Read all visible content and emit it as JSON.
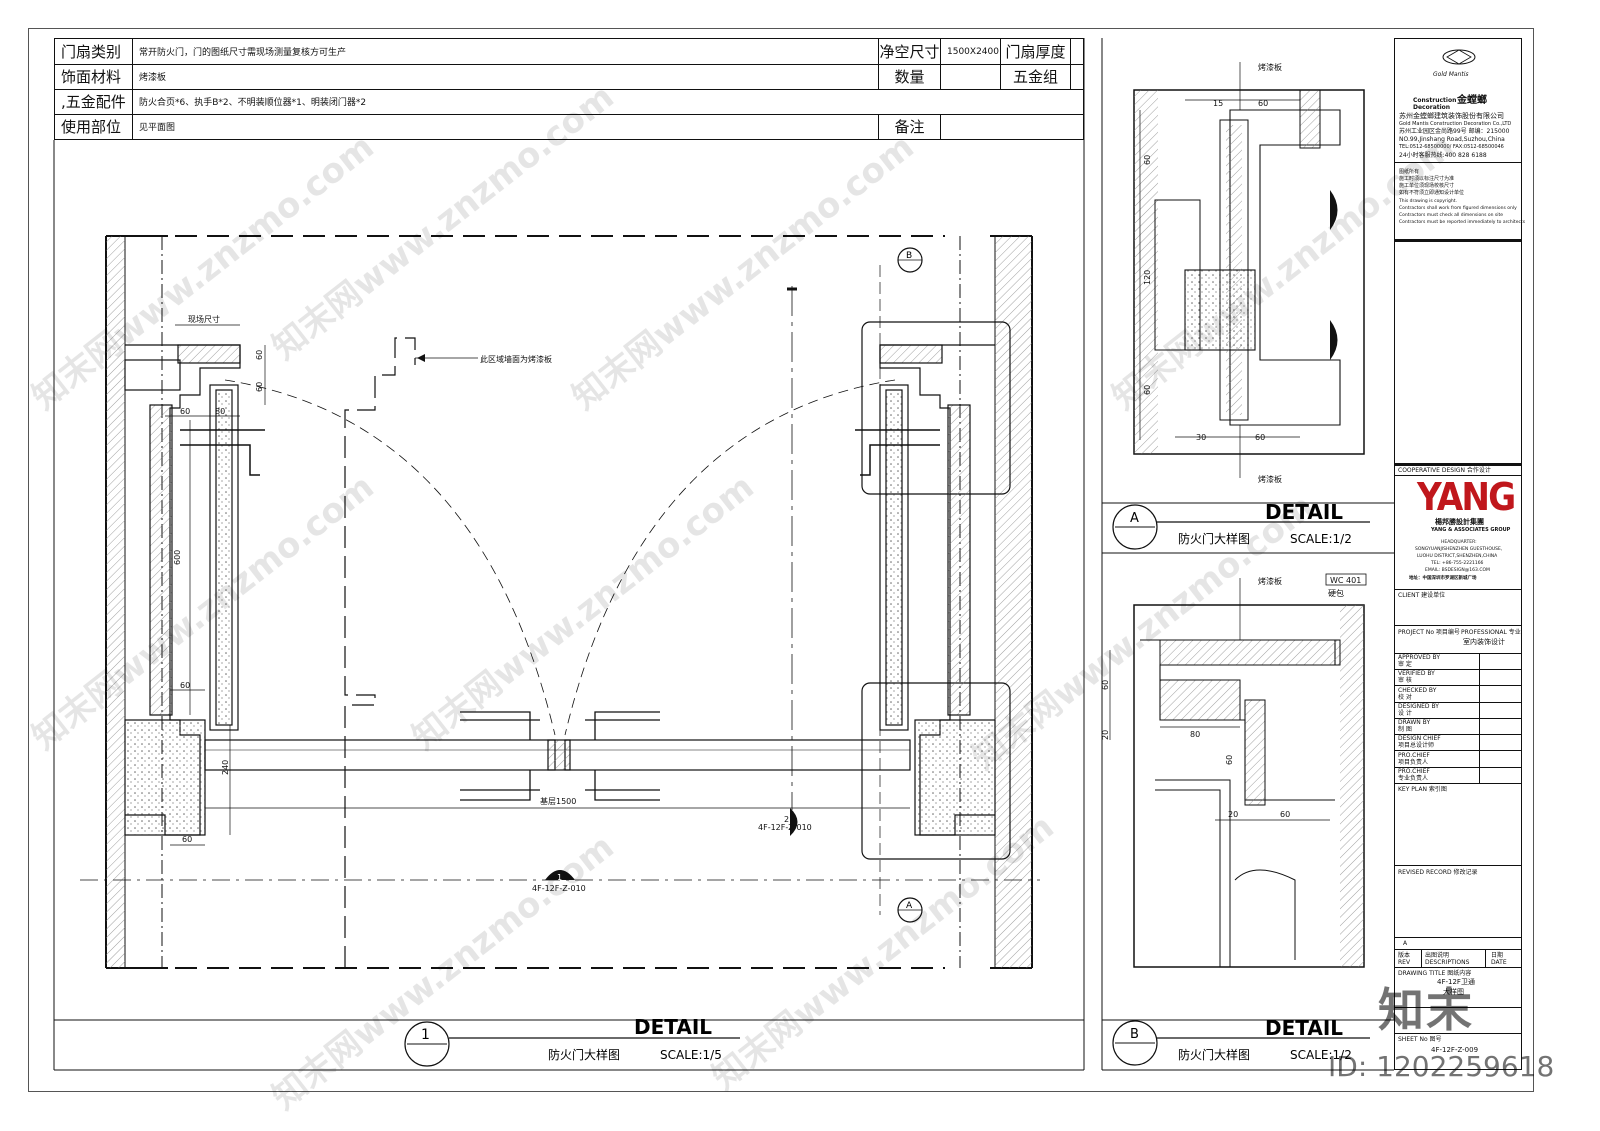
{
  "spec_table": {
    "rows": [
      {
        "label": "门扇类别",
        "value": "常开防火门，门的图纸尺寸需现场测量复核方可生产",
        "h1": "净空尺寸",
        "v1": "1500X2400",
        "h2": "门扇厚度",
        "v2": ""
      },
      {
        "label": "饰面材料",
        "value": "烤漆板",
        "h1": "数量",
        "v1": "",
        "h2": "五金组",
        "v2": ""
      },
      {
        "label": ",五金配件",
        "value": "防火合页*6、执手B*2、不明装顺位器*1、明装闭门器*2"
      },
      {
        "label": "使用部位",
        "value": "见平面图",
        "h1": "备注",
        "v1": ""
      }
    ]
  },
  "main_drawing": {
    "notes": {
      "site_size": "现场尺寸",
      "wall_note": "此区域墙面为烤漆板",
      "base_width": "基层1500",
      "section_ref_1": "4F-12F-Z-010",
      "section_ref_2": "4F-12F-Z-010"
    },
    "dims": [
      "60",
      "60",
      "60",
      "80",
      "600",
      "60",
      "240",
      "60"
    ],
    "markers": {
      "b": "B",
      "a": "A",
      "one": "1",
      "two": "2"
    },
    "caption": {
      "number": "1",
      "detail": "DETAIL",
      "title": "防火门大样图",
      "scale": "SCALE:1/5"
    }
  },
  "detail_a": {
    "labels": {
      "top": "烤漆板",
      "bottom": "烤漆板"
    },
    "dims": [
      "15",
      "60",
      "60",
      "120",
      "60",
      "30",
      "60"
    ],
    "caption": {
      "letter": "A",
      "detail": "DETAIL",
      "title": "防火门大样图",
      "scale": "SCALE:1/2"
    }
  },
  "detail_b": {
    "labels": {
      "top": "烤漆板",
      "tag": "WC 401",
      "hard": "硬包"
    },
    "dims": [
      "60",
      "20",
      "80",
      "60",
      "20",
      "60"
    ],
    "caption": {
      "letter": "B",
      "detail": "DETAIL",
      "title": "防火门大样图",
      "scale": "SCALE:1/2"
    }
  },
  "title_block": {
    "logo_caption": "Gold Mantis",
    "company_en_1": "Construction",
    "company_en_2": "Decoration",
    "company_cn_short": "金螳螂",
    "company_cn": "苏州金螳螂建筑装饰股份有限公司",
    "company_en_full": "Gold Mantis Construction Decoration Co.,LTD",
    "address_cn": "苏州工业园区金尚路99号 邮编：215000",
    "address_en": "NO.99,Jinshang Road,Suzhou,China",
    "tel": "TEL:0512-68500000/ FAX:0512-68500046",
    "hotline": "24小时客服热线:400 828 6188",
    "notes_cn": [
      "图纸所有",
      "施工时须以标注尺寸为准",
      "施工单位须现场校核尺寸",
      "如有不符须立即通知设计单位"
    ],
    "notes_en": [
      "This drawing is copyright.",
      "Contractors shall work from figured dimensions only",
      "Contractors must check all dimensions on site",
      "Contractors must be reported immediately to architects"
    ],
    "coop_label": "COOPERATIVE DESIGN 合作设计",
    "yang_logo": "YANG",
    "yang_cn": "楊邦勝設計集團",
    "yang_en": "YANG & ASSOCIATES GROUP",
    "hq_lines": [
      "HEADQUARTER:",
      "SONGYUANJISHENZHEN GUESTHOUSE,",
      "LUOHU DISTRICT,SHENZHEN,CHINA",
      "TEL: +86-755-2221166",
      "EMAIL: BSDESIGN@163.COM",
      "地址：中国深圳市罗湖区新城广场"
    ],
    "client": "CLIENT 建设单位",
    "project_no": "PROJECT No 项目编号",
    "professional": "PROFESSIONAL 专业",
    "profession_value": "室内装饰设计",
    "approval_rows": [
      {
        "en": "APPROVED BY",
        "cn": "审  定"
      },
      {
        "en": "VERIFIED BY",
        "cn": "审  核"
      },
      {
        "en": "CHECKED BY",
        "cn": "校  对"
      },
      {
        "en": "DESIGNED BY",
        "cn": "设  计"
      },
      {
        "en": "DRAWN BY",
        "cn": "制  图"
      },
      {
        "en": "DESIGN CHIEF",
        "cn": "项目总设计师"
      },
      {
        "en": "PRO.CHIEF",
        "cn": "项目负责人"
      },
      {
        "en": "PRO.CHIEF",
        "cn": "专业负责人"
      }
    ],
    "key_plan": "KEY PLAN 索引图",
    "revised": "REVISED RECORD 修改记录",
    "rev_letter": "A",
    "rev_headers": [
      "版本 REV",
      "出图说明 DESCRIPTIONS",
      "日期 DATE"
    ],
    "drawing_title_label": "DRAWING TITLE 图纸内容",
    "drawing_title": "4F-12F卫通",
    "drawing_title_2": "大样图",
    "sheet_no_label": "SHEET No 图号",
    "sheet_no": "4F-12F-Z-009"
  },
  "watermark": {
    "text": "知末网www.znzmo.com",
    "brand": "知末",
    "id": "ID: 1202259618"
  }
}
